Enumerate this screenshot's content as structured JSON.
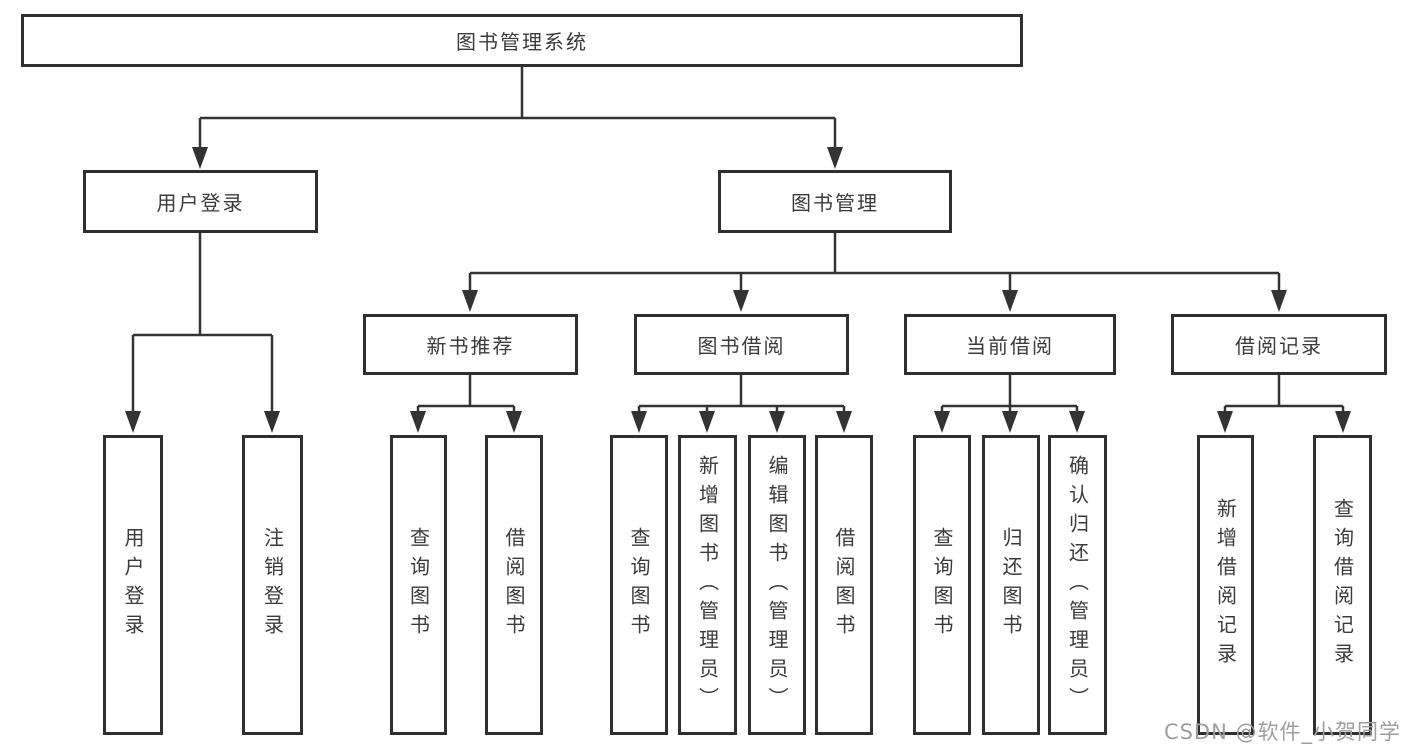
{
  "diagram": {
    "root": {
      "label": "图书管理系统"
    },
    "branches": [
      {
        "label": "用户登录",
        "children": [
          {
            "label": "用户登录"
          },
          {
            "label": "注销登录"
          }
        ]
      },
      {
        "label": "图书管理",
        "children": [
          {
            "label": "新书推荐",
            "children": [
              {
                "label": "查询图书"
              },
              {
                "label": "借阅图书"
              }
            ]
          },
          {
            "label": "图书借阅",
            "children": [
              {
                "label": "查询图书"
              },
              {
                "label": "新增图书（管理员）"
              },
              {
                "label": "编辑图书（管理员）"
              },
              {
                "label": "借阅图书"
              }
            ]
          },
          {
            "label": "当前借阅",
            "children": [
              {
                "label": "查询图书"
              },
              {
                "label": "归还图书"
              },
              {
                "label": "确认归还（管理员）"
              }
            ]
          },
          {
            "label": "借阅记录",
            "children": [
              {
                "label": "新增借阅记录"
              },
              {
                "label": "查询借阅记录"
              }
            ]
          }
        ]
      }
    ]
  },
  "watermark": {
    "text": "CSDN @软件_小贺同学",
    "color": "#9e9e9e"
  },
  "colors": {
    "line": "#333333",
    "box_border": "#2f2f2f",
    "text": "#3b3b3b",
    "background": "#ffffff"
  }
}
